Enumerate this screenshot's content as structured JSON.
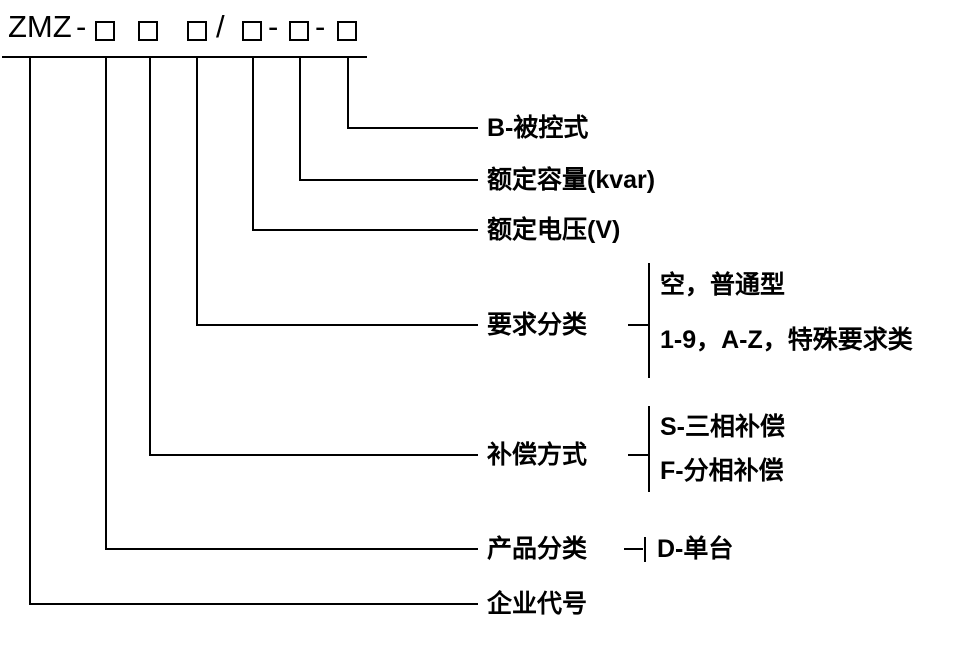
{
  "diagram": {
    "title_hint": "product model designation diagram",
    "code": {
      "prefix": "ZMZ",
      "dash": "-",
      "slash": "/"
    },
    "labels": {
      "controlled": "B-被控式",
      "capacity": "额定容量(kvar)",
      "voltage": "额定电压(V)",
      "requirement": "要求分类",
      "requirement_opt1": "空，普通型",
      "requirement_opt2": "1-9，A-Z，特殊要求类",
      "compensation": "补偿方式",
      "compensation_opt1": "S-三相补偿",
      "compensation_opt2": "F-分相补偿",
      "product": "产品分类",
      "product_opt1": "D-单台",
      "enterprise": "企业代号"
    },
    "colors": {
      "line": "#000000",
      "text": "#000000",
      "background": "#ffffff"
    }
  }
}
